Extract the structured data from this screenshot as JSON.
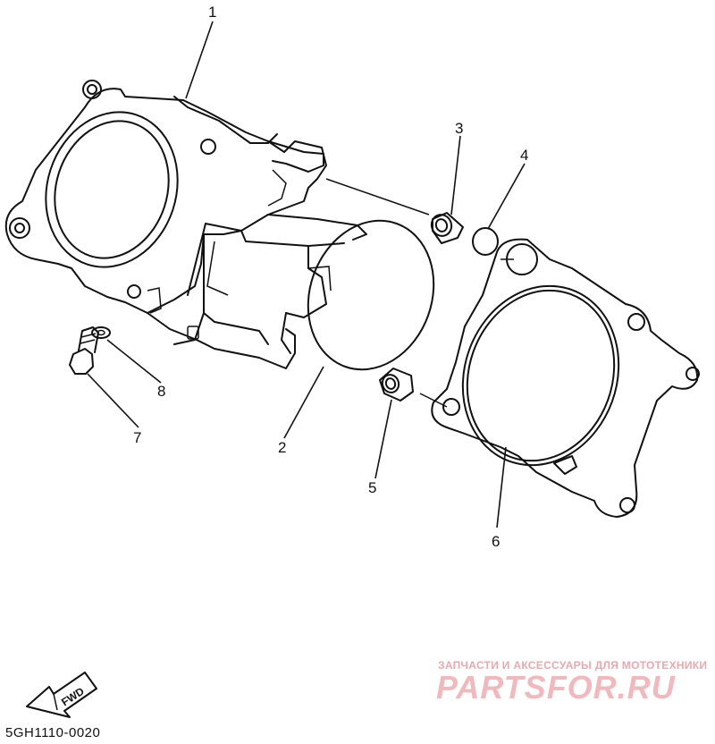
{
  "callouts": [
    "1",
    "2",
    "3",
    "4",
    "5",
    "6",
    "7",
    "8"
  ],
  "fwd_label": "FWD",
  "part_code": "5GH1110-0020",
  "watermark": {
    "tagline": "ЗАПЧАСТИ И АКСЕССУАРЫ ДЛЯ МОТОТЕХНИКИ",
    "logo": "PARTSFOR.RU",
    "color": "#f2b9bd"
  },
  "line_color": "#111111"
}
